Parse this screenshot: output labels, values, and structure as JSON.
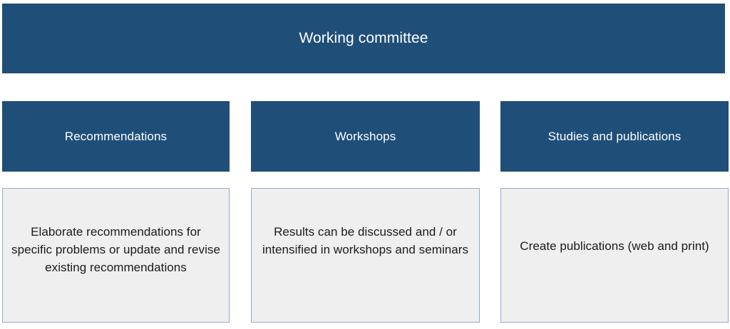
{
  "diagram": {
    "type": "org-structure",
    "colors": {
      "header_fill": "#1F4E79",
      "header_text": "#FFFFFF",
      "body_fill": "#EFEFEF",
      "body_border": "#94AACA",
      "body_text": "#1A1A1A",
      "background": "#FFFFFF"
    },
    "banner": {
      "label": "Working committee"
    },
    "columns": [
      {
        "header": "Recommendations",
        "body": "Elaborate recommendations for specific problems or update and revise existing recommendations"
      },
      {
        "header": "Workshops",
        "body": "Results can be discussed and / or intensified in workshops and seminars"
      },
      {
        "header": "Studies and publications",
        "body": "Create publications (web and print)"
      }
    ]
  }
}
